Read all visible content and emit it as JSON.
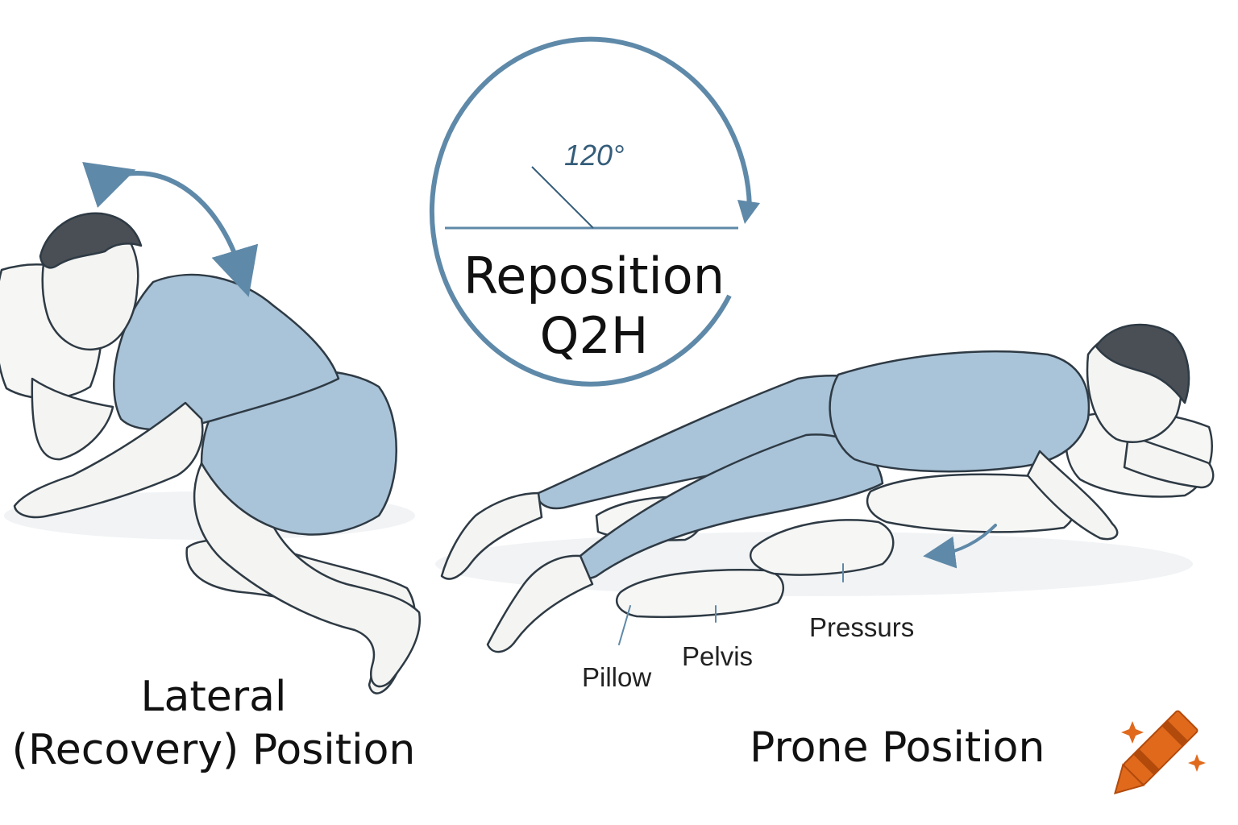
{
  "reposition": {
    "line1": "Reposition",
    "line2": "Q2H",
    "angle": "120°"
  },
  "positions": {
    "lateral_line1": "Lateral",
    "lateral_line2": "(Recovery) Position",
    "prone": "Prone Position"
  },
  "labels": {
    "pillow": "Pillow",
    "pelvis": "Pelvis",
    "pressure": "Pressurs"
  },
  "colors": {
    "arrow": "#5f89a8",
    "clothing": "#a9c3d8",
    "skin": "#f4f4f2",
    "outline": "#2e3a44",
    "crayon": "#e0691c"
  },
  "icons": {
    "clockwise_arrow": "circular-arrow-icon",
    "rotate_arrow": "curved-arrow-icon",
    "crayon": "crayon-icon"
  }
}
